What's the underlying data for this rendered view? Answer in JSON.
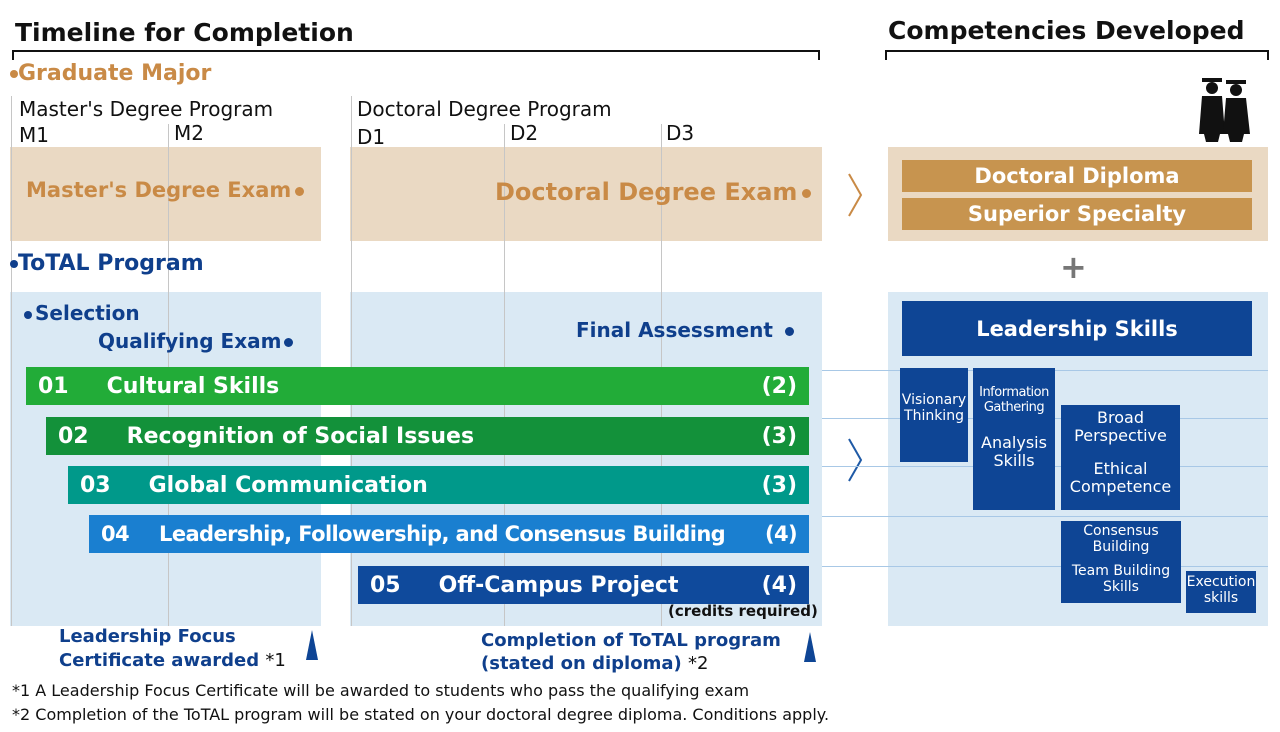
{
  "timeline": {
    "heading": "Timeline for Completion",
    "graduate_major": "Graduate Major",
    "masters_program": "Master's Degree Program",
    "doctoral_program": "Doctoral Degree Program",
    "years": [
      "M1",
      "M2",
      "D1",
      "D2",
      "D3"
    ],
    "masters_exam": "Master's Degree Exam",
    "doctoral_exam": "Doctoral Degree Exam",
    "total_program": "ToTAL Program",
    "selection": "Selection",
    "qualifying_exam": "Qualifying Exam",
    "final_assessment": "Final Assessment",
    "courses": [
      {
        "num": "01",
        "name": "Cultural Skills",
        "credits": "(2)",
        "color": "#22ac38"
      },
      {
        "num": "02",
        "name": "Recognition of Social Issues",
        "credits": "(3)",
        "color": "#13913a"
      },
      {
        "num": "03",
        "name": "Global Communication",
        "credits": "(3)",
        "color": "#00998a"
      },
      {
        "num": "04",
        "name": "Leadership, Followership, and Consensus Building",
        "credits": "(4)",
        "color": "#1a7fd0"
      },
      {
        "num": "05",
        "name": "Off-Campus Project",
        "credits": "(4)",
        "color": "#0f4a9c"
      }
    ],
    "credits_required": "(credits required)",
    "leadership_cert_line1": "Leadership Focus",
    "leadership_cert_line2": "Certificate awarded",
    "leadership_cert_note": "*1",
    "completion_line1": "Completion of ToTAL program",
    "completion_line2": "(stated on diploma)",
    "completion_note": "*2"
  },
  "competencies": {
    "heading": "Competencies Developed",
    "doctoral_diploma": "Doctoral Diploma",
    "superior_specialty": "Superior Specialty",
    "plus": "+",
    "leadership_skills": "Leadership Skills",
    "skills": {
      "visionary": "Visionary Thinking",
      "info_gathering": "Information Gathering",
      "analysis": "Analysis Skills",
      "broad": "Broad Perspective",
      "ethical": "Ethical Competence",
      "consensus": "Consensus Building",
      "team": "Team Building Skills",
      "execution": "Execution skills"
    }
  },
  "footnotes": [
    "*1  A Leadership Focus Certificate will be awarded to students who pass the qualifying exam",
    "*2  Completion of the ToTAL program will be stated on your doctoral degree diploma. Conditions apply."
  ],
  "colors": {
    "orange": "#c98a46",
    "beige": "#ead9c3",
    "light_blue": "#dae9f4",
    "navy": "#0e4595"
  }
}
